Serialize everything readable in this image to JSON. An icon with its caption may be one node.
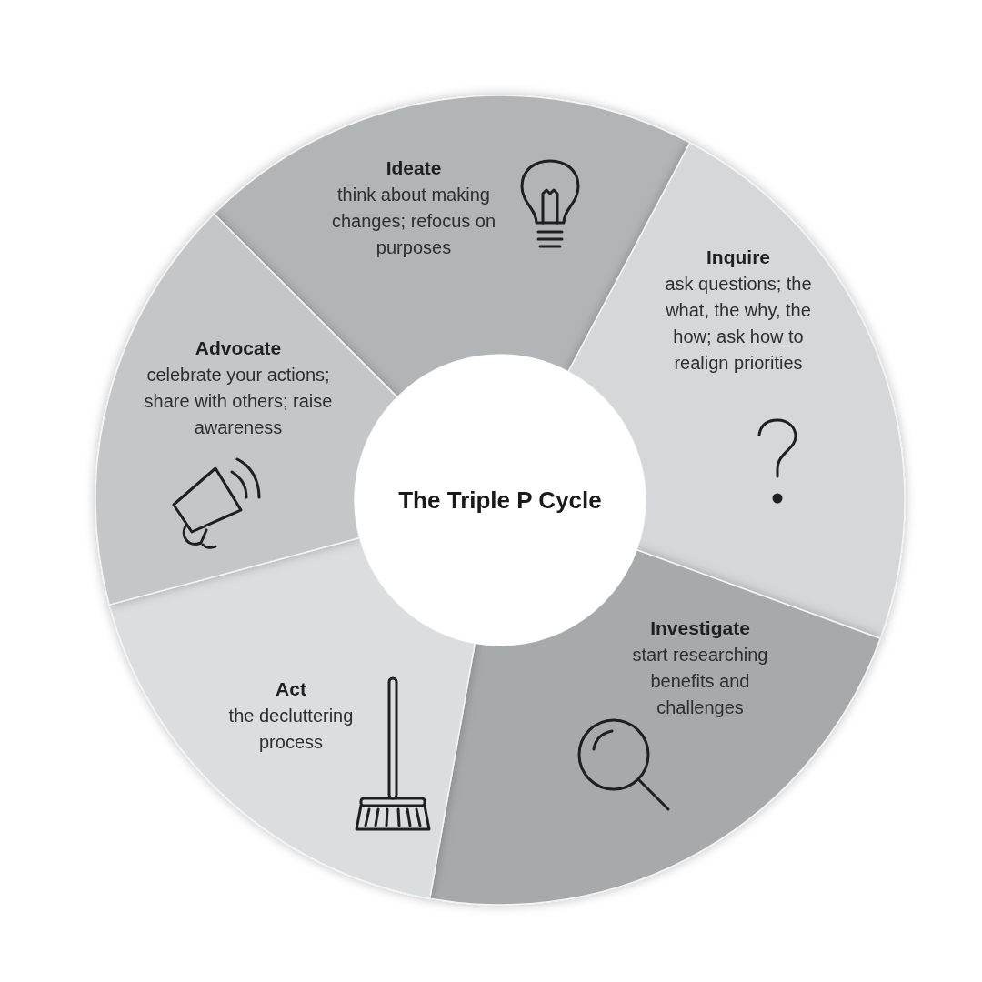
{
  "diagram": {
    "nodes": [
      {
        "text": [
          "The Triple P Cycle"
        ]
      },
      {
        "text": [
          "Ideate",
          "think about making changes; refocus on purposes"
        ]
      },
      {
        "text": [
          "Inquire",
          "ask questions; the what, the why, the how; ask how to realign priorities"
        ]
      },
      {
        "text": [
          "Investigate",
          "start researching benefits and challenges"
        ]
      },
      {
        "text": [
          "Act",
          "the decluttering process"
        ]
      },
      {
        "text": [
          "Advocate",
          "celebrate your actions; share with others; raise awareness"
        ]
      }
    ]
  }
}
